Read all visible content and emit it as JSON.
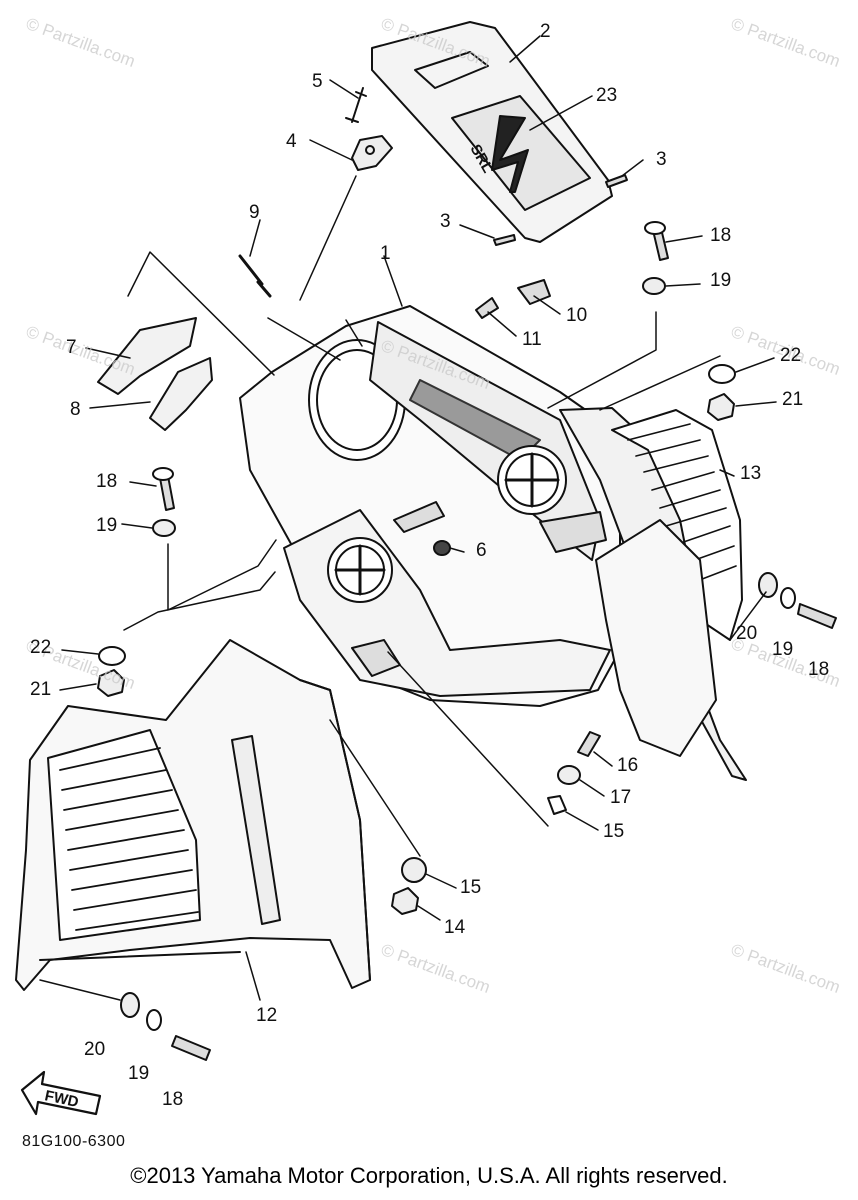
{
  "watermarks": [
    "© Partzilla.com",
    "© Partzilla.com",
    "© Partzilla.com",
    "© Partzilla.com",
    "© Partzilla.com",
    "© Partzilla.com",
    "© Partzilla.com",
    "© Partzilla.com",
    "© Partzilla.com",
    "© Partzilla.com"
  ],
  "callouts": [
    "1",
    "2",
    "3",
    "3",
    "4",
    "5",
    "6",
    "7",
    "8",
    "9",
    "10",
    "11",
    "12",
    "13",
    "14",
    "15",
    "15",
    "16",
    "17",
    "18",
    "18",
    "18",
    "19",
    "19",
    "19",
    "19",
    "20",
    "20",
    "21",
    "21",
    "22",
    "22",
    "23"
  ],
  "fwd_label": "FWD",
  "decal_text": "SRL",
  "diagram_code": "81G100-6300",
  "copyright": "©2013 Yamaha Motor Corporation, U.S.A. All rights reserved."
}
